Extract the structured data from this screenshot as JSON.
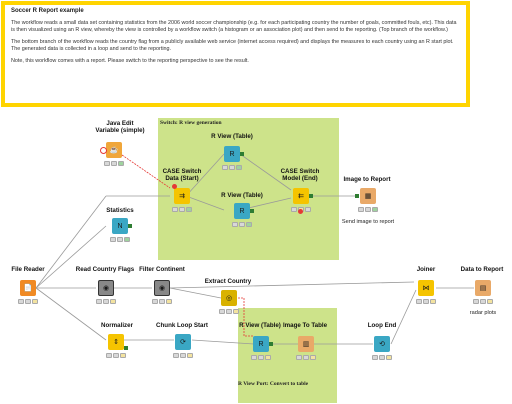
{
  "description": {
    "title": "Soccer R Report example",
    "paragraph1": "The workflow reads a small data set containing statistics from the 2006 world soccer championship (e.g. for each participating country the number of goals, committed fouls, etc). This data is then visualized using an R view, whereby the view is controlled by a workflow switch (a histogram or an association plot) and then send to the reporting. (Top branch of the workflow.)",
    "paragraph2": "The bottom branch of the workflow reads the country flag from a publicly available web service (internet access required) and displays the measures to each country using an R start plot. The generated data is collected in a loop and send to the reporting.",
    "paragraph3": "Note, this workflow comes with a report. Please switch to the reporting perspective to see the result."
  },
  "annotations": {
    "switch": "Switch: R view generation",
    "rview_port": "R View Port: Convert to table"
  },
  "nodes": {
    "java_edit": {
      "label_line1": "Java Edit",
      "label_line2": "Variable (simple)",
      "color": "#f0a63a",
      "icon": "coffee-cup-icon"
    },
    "statistics": {
      "label": "Statistics",
      "color": "#3aa7c4",
      "icon": "statistics-icon"
    },
    "case_switch_start": {
      "label_line1": "CASE Switch",
      "label_line2": "Data (Start)",
      "color": "#f5c400",
      "icon": "case-switch-start-icon"
    },
    "r_view_table_1": {
      "label": "R View (Table)",
      "color": "#3aa7c4",
      "icon": "r-logo-icon"
    },
    "r_view_table_2": {
      "label": "R View (Table)",
      "color": "#3aa7c4",
      "icon": "r-logo-icon"
    },
    "case_switch_end": {
      "label_line1": "CASE Switch",
      "label_line2": "Model (End)",
      "color": "#f5c400",
      "icon": "case-switch-end-icon"
    },
    "image_to_report": {
      "label": "Image to Report",
      "sublabel": "Send image to report",
      "color": "#e9a968",
      "icon": "image-report-icon"
    },
    "file_reader": {
      "label": "File Reader",
      "color": "#f08a24",
      "icon": "file-reader-icon"
    },
    "read_country_flags": {
      "label": "Read Country Flags",
      "color": "#888888",
      "icon": "metanode-icon"
    },
    "filter_continent": {
      "label": "Filter Continent",
      "color": "#888888",
      "icon": "metanode-icon"
    },
    "extract_country": {
      "label": "Extract Country",
      "color": "#d9b200",
      "icon": "extract-country-icon"
    },
    "joiner": {
      "label": "Joiner",
      "color": "#f5c400",
      "icon": "joiner-icon"
    },
    "data_to_report": {
      "label": "Data to Report",
      "sublabel": "radar plots",
      "color": "#e9a968",
      "icon": "data-report-icon"
    },
    "normalizer": {
      "label": "Normalizer",
      "color": "#f5c400",
      "icon": "normalizer-icon"
    },
    "chunk_loop_start": {
      "label": "Chunk Loop Start",
      "color": "#3aa7c4",
      "icon": "loop-start-icon"
    },
    "r_view_table_3": {
      "label": "R View (Table)",
      "color": "#3aa7c4",
      "icon": "r-logo-icon"
    },
    "image_to_table": {
      "label": "Image To Table",
      "color": "#e9a968",
      "icon": "image-table-icon"
    },
    "loop_end": {
      "label": "Loop End",
      "color": "#3aa7c4",
      "icon": "loop-end-icon"
    }
  }
}
